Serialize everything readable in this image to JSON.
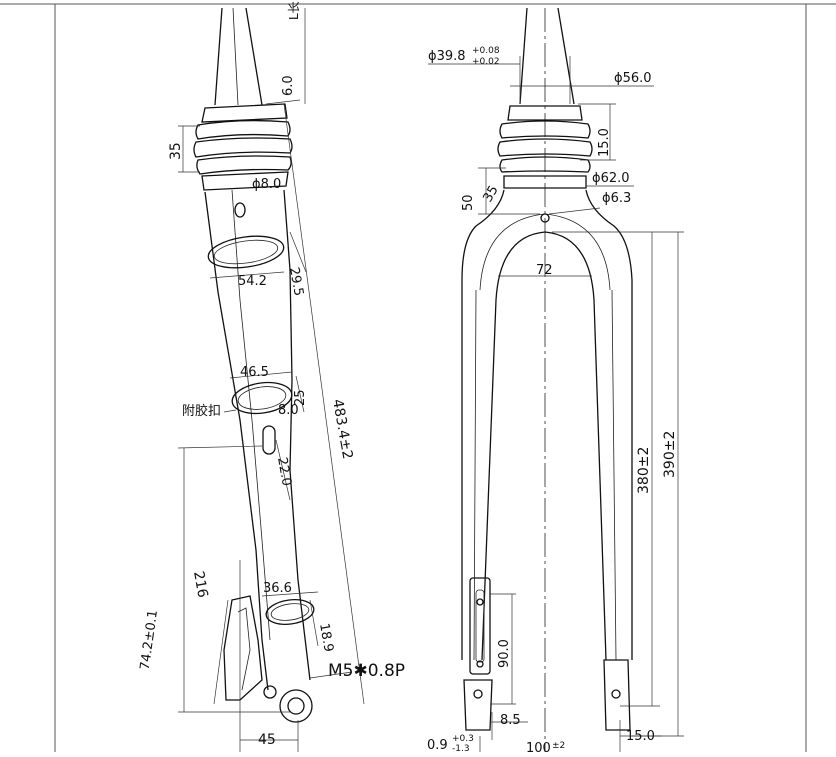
{
  "drawing": {
    "side_view": {
      "steerer_length_label": "L长",
      "offset_top": "6.0",
      "crown_height": "35",
      "bore_top": "ϕ8.0",
      "section_upper_h": "29.5",
      "section_upper_w": "54.2",
      "section_mid_w": "46.5",
      "section_mid_h": "25",
      "section_mid_thick": "8.0",
      "note_label": "附胶扣",
      "axle_to_crown": "483.4±2",
      "rib_length": "22.0",
      "lower_length": "216",
      "section_low_w": "36.6",
      "section_low_h": "18.9",
      "dropout_dim": "74.2±0.1",
      "thread_label": "M5✱0.8P",
      "bottom_width": "45"
    },
    "front_view": {
      "steerer_dia": "ϕ39.8",
      "steerer_tol_upper": "+0.08",
      "steerer_tol_lower": "+0.02",
      "bearing_dia": "ϕ56.0",
      "crown_step": "15.0",
      "crown_height": "50",
      "crown_angle": "35",
      "race_dia": "ϕ62.0",
      "hole_dia": "ϕ6.3",
      "arch_width": "72",
      "leg_length_1": "380±2",
      "leg_length_2": "390±2",
      "dropout_height": "90.0",
      "dropout_offset": "8.5",
      "dropout_width": "15.0",
      "tolerance_bottom": "0.9",
      "tol_plus": "+0.3",
      "tol_minus": "-1.3",
      "spacing_bottom": "100",
      "spacing_tol": "±2"
    }
  }
}
